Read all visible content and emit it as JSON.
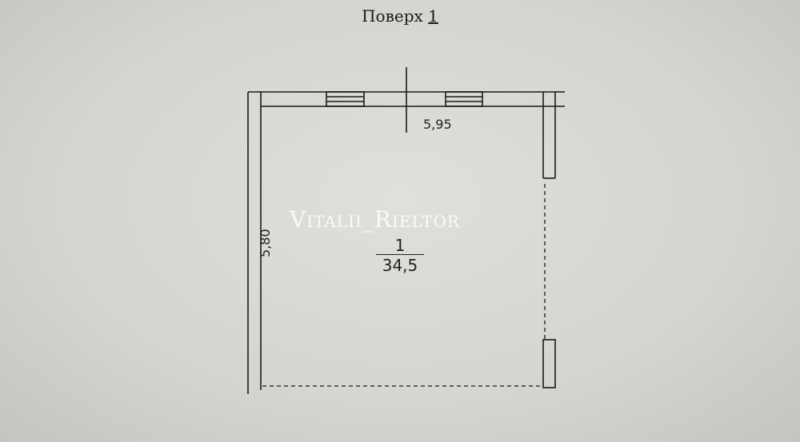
{
  "title": {
    "label": "Поверх",
    "floor": "1"
  },
  "watermark": "Vitalii_Rieltor",
  "dimensions": {
    "width": "5,95",
    "height": "5,80"
  },
  "room": {
    "number": "1",
    "area": "34,5"
  }
}
